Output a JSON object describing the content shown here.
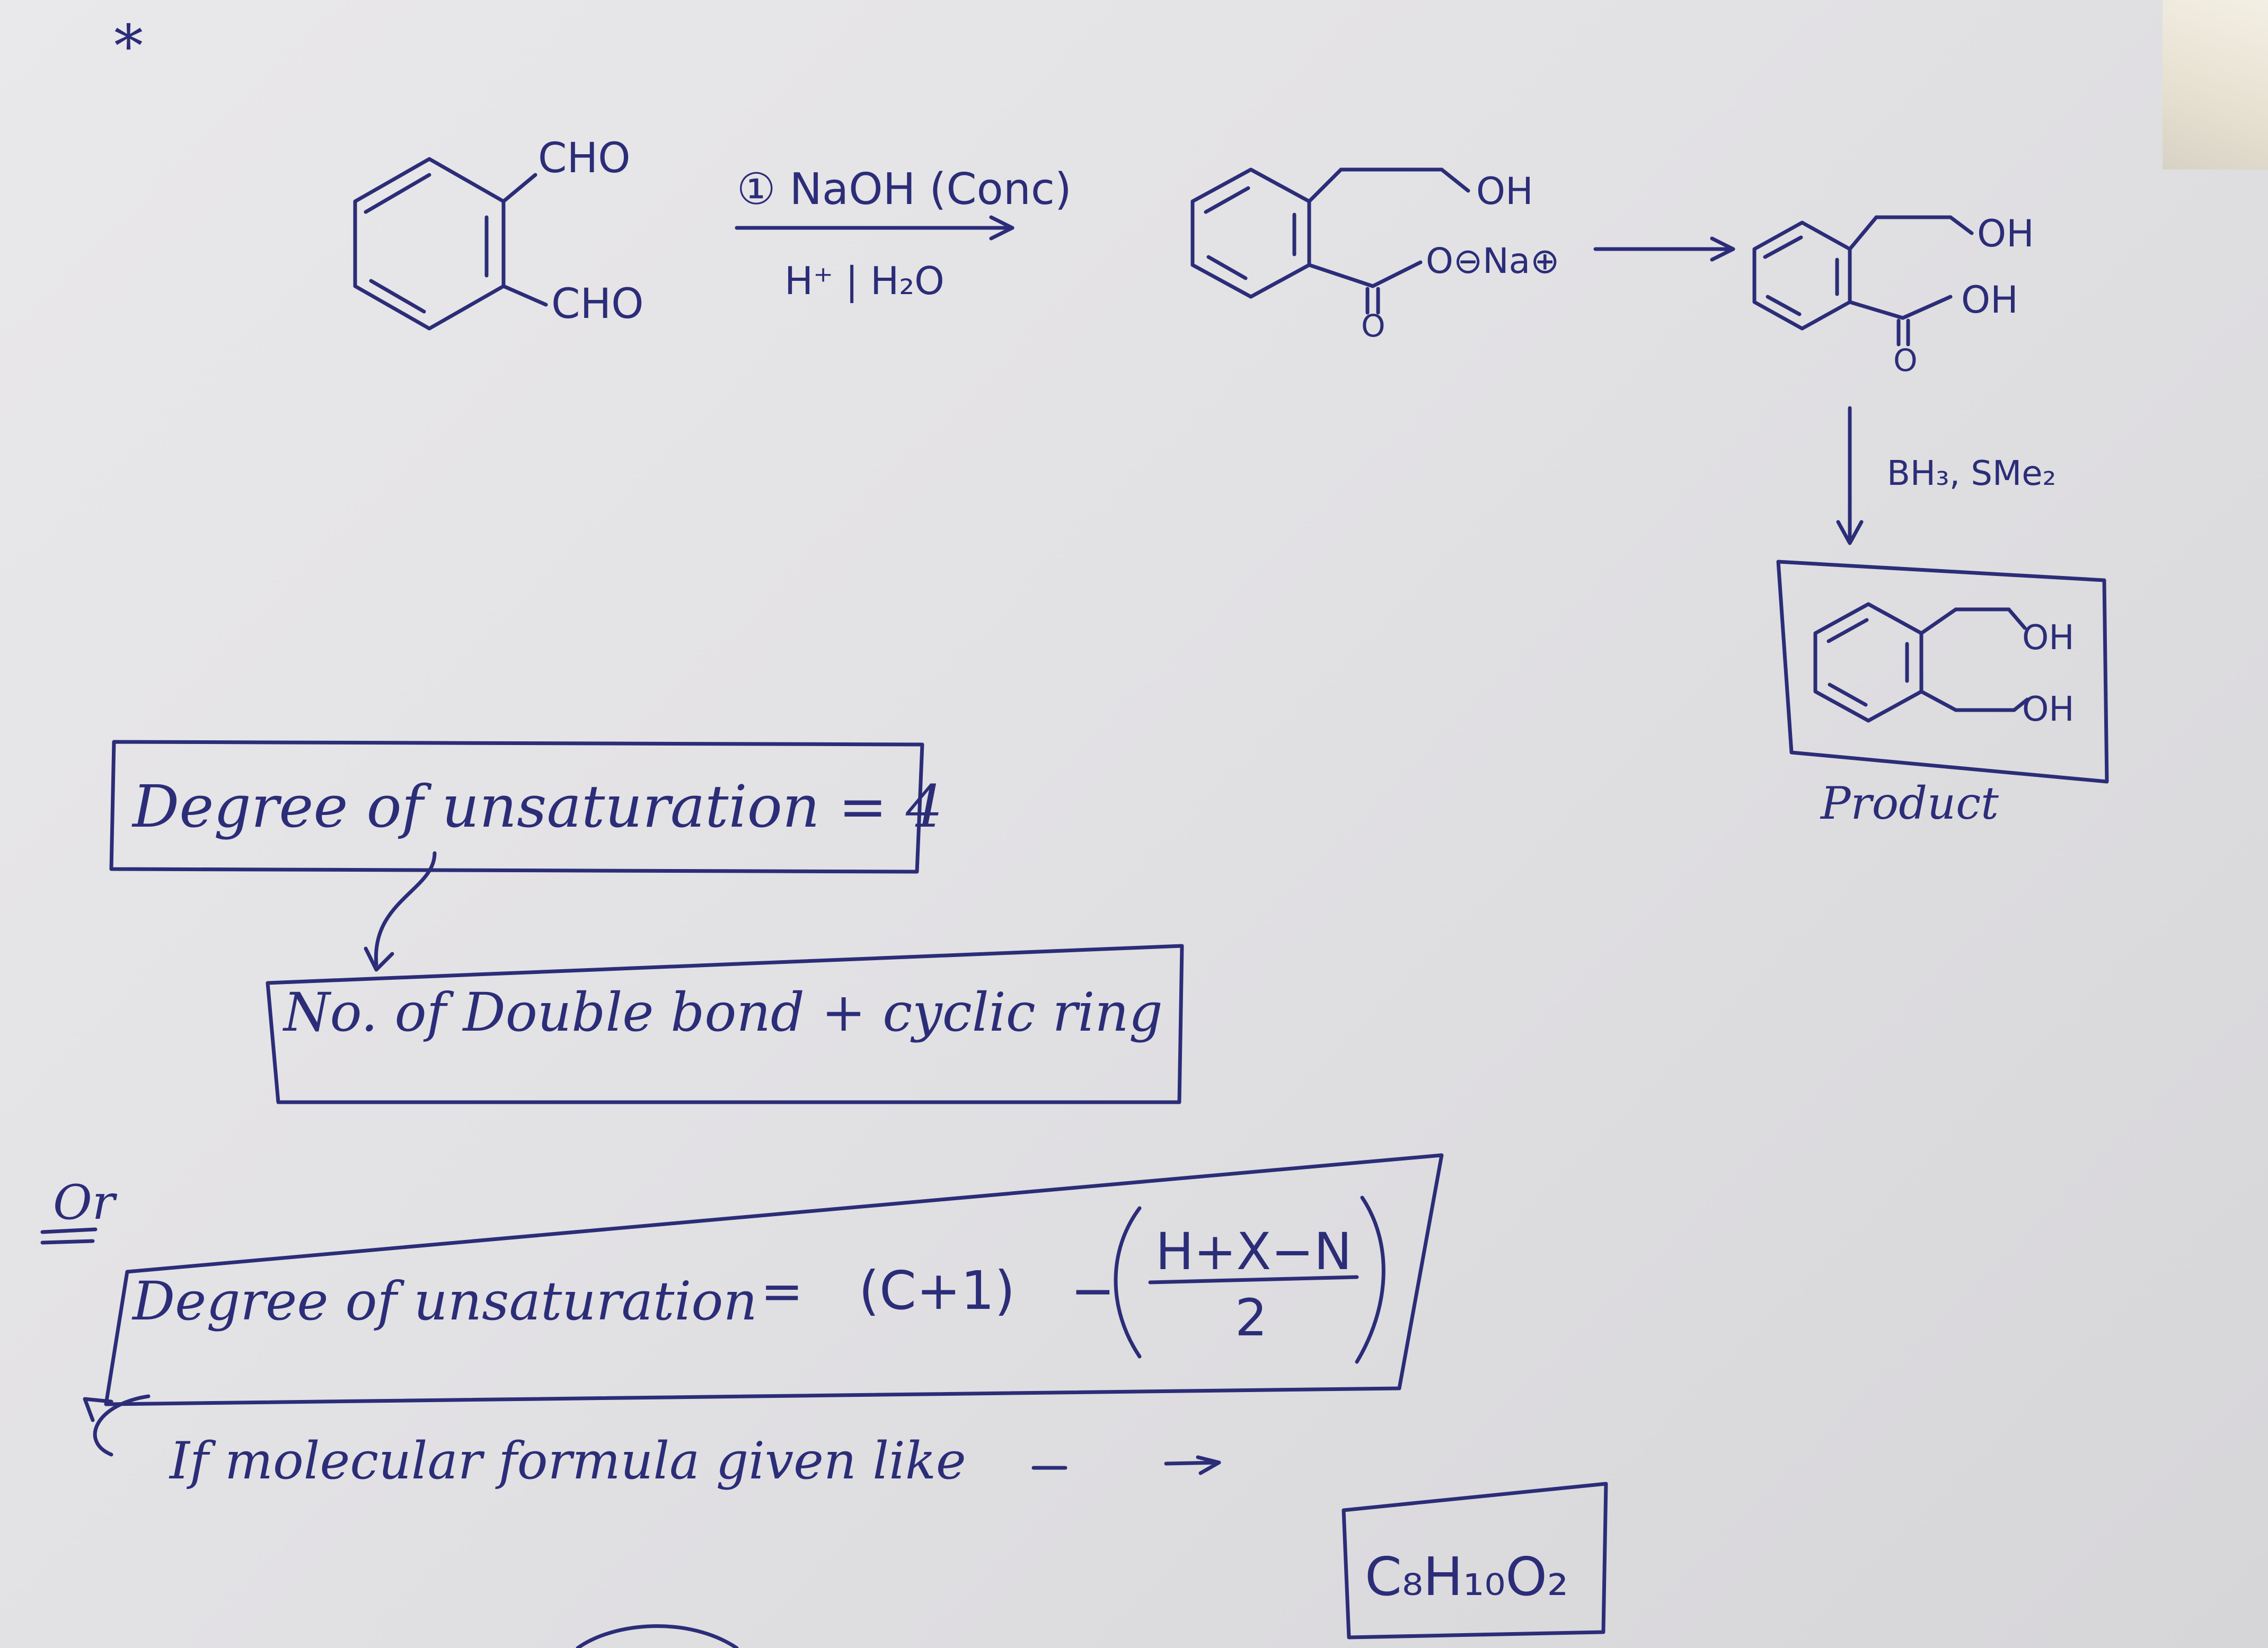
{
  "reaction": {
    "reactant": {
      "top_group": "CHO",
      "bottom_group": "CHO"
    },
    "step1": {
      "reagent_top": "① NaOH (Conc)",
      "reagent_bottom": "H⁺ | H₂O"
    },
    "intermediate1": {
      "top_group": "OH",
      "bottom_group": "O⊖Na⊕",
      "carbonyl": "O"
    },
    "intermediate2": {
      "top_group": "OH",
      "bottom_group": "OH",
      "carbonyl": "O"
    },
    "step2": {
      "reagent": "BH₃, SMe₂"
    },
    "product": {
      "top_group": "OH",
      "bottom_group": "OH",
      "label": "Product"
    }
  },
  "notes": {
    "marker": "*",
    "box1": "Degree of unsaturation = 4",
    "box2": "No. of Double bond + cyclic ring",
    "or_label": "Or",
    "formula": {
      "lhs": "Degree of unsaturation",
      "eq": "=",
      "c_part": "(C+1)",
      "minus": "−",
      "numerator": "H+X−N",
      "denominator": "2"
    },
    "if_line": "If molecular formula given like",
    "molecular_formula": "C₈H₁₀O₂"
  }
}
